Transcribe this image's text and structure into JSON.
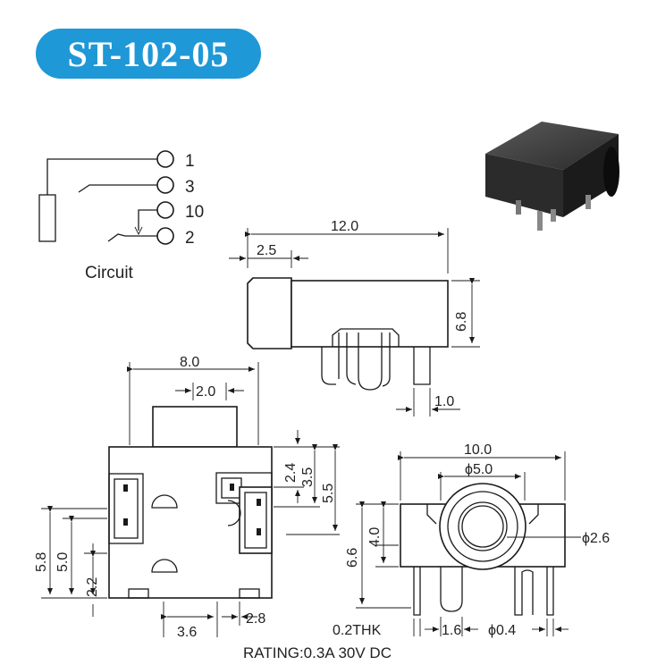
{
  "title": "ST-102-05",
  "circuit": {
    "label": "Circuit",
    "pins": [
      "1",
      "3",
      "10",
      "2"
    ]
  },
  "dimensions": {
    "side_length": "12.0",
    "side_front": "2.5",
    "side_height": "6.8",
    "side_pin": "1.0",
    "bottom_width": "8.0",
    "bottom_center": "2.0",
    "r_2_4": "2.4",
    "r_3_5": "3.5",
    "r_5_5": "5.5",
    "l_5_8": "5.8",
    "l_5_0": "5.0",
    "l_2_2": "2.2",
    "b_3_6": "3.6",
    "b_2_8": "2.8",
    "front_width": "10.0",
    "front_dia": "ϕ5.0",
    "front_hole": "ϕ2.6",
    "front_6_6": "6.6",
    "front_4_0": "4.0",
    "thk": "0.2THK",
    "front_pitch": "1.6",
    "front_pin": "ϕ0.4"
  },
  "rating": "RATING:0.3A 30V DC",
  "colors": {
    "title_bg": "#1e98d6",
    "title_text": "#ffffff",
    "line": "#1a1a1a"
  }
}
